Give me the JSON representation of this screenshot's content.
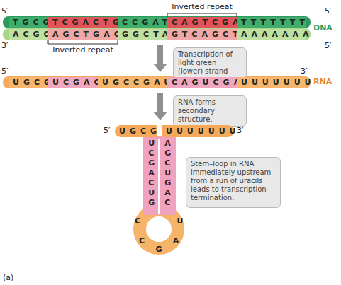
{
  "diagram": {
    "nodes": [
      {
        "text": [
          "TGCG"
        ]
      },
      {
        "text": [
          "TCGACTG"
        ]
      },
      {
        "text": [
          "CCGAT"
        ]
      },
      {
        "text": [
          "CAGTCGA"
        ]
      },
      {
        "text": [
          "TTTTTTT"
        ]
      },
      {
        "text": [
          "ACGC"
        ]
      },
      {
        "text": [
          "AGCTGAC"
        ]
      },
      {
        "text": [
          "GGCTA"
        ]
      },
      {
        "text": [
          "GTCAGCT"
        ]
      },
      {
        "text": [
          "AAAAAAA"
        ]
      },
      {
        "text": [
          "Transcription of light green (lower) strand"
        ]
      },
      {
        "text": [
          "UGCG"
        ]
      },
      {
        "text": [
          "UCGAC"
        ]
      },
      {
        "text": [
          "UGCCGAU"
        ]
      },
      {
        "text": [
          "CAGUCGA"
        ]
      },
      {
        "text": [
          "UUUUUUU"
        ]
      },
      {
        "text": [
          "RNA forms secondary structure."
        ]
      },
      {
        "text": [
          "UGCG"
        ]
      },
      {
        "text": [
          "UUUUUUU"
        ]
      },
      {
        "text": [
          "UCGACUG"
        ]
      },
      {
        "text": [
          "AGCUGAC"
        ]
      },
      {
        "text": [
          "Stem–loop in RNA immediately upstream from a run of uracils leads to transcription termination."
        ]
      }
    ],
    "labels": [
      "Inverted repeat",
      "5′",
      "5′",
      "DNA",
      "3′",
      "5′",
      "Inverted repeat",
      "5′",
      "3′",
      "RNA",
      "5′",
      "3′",
      "C",
      "C",
      "G",
      "A",
      "U",
      "(a)"
    ]
  }
}
